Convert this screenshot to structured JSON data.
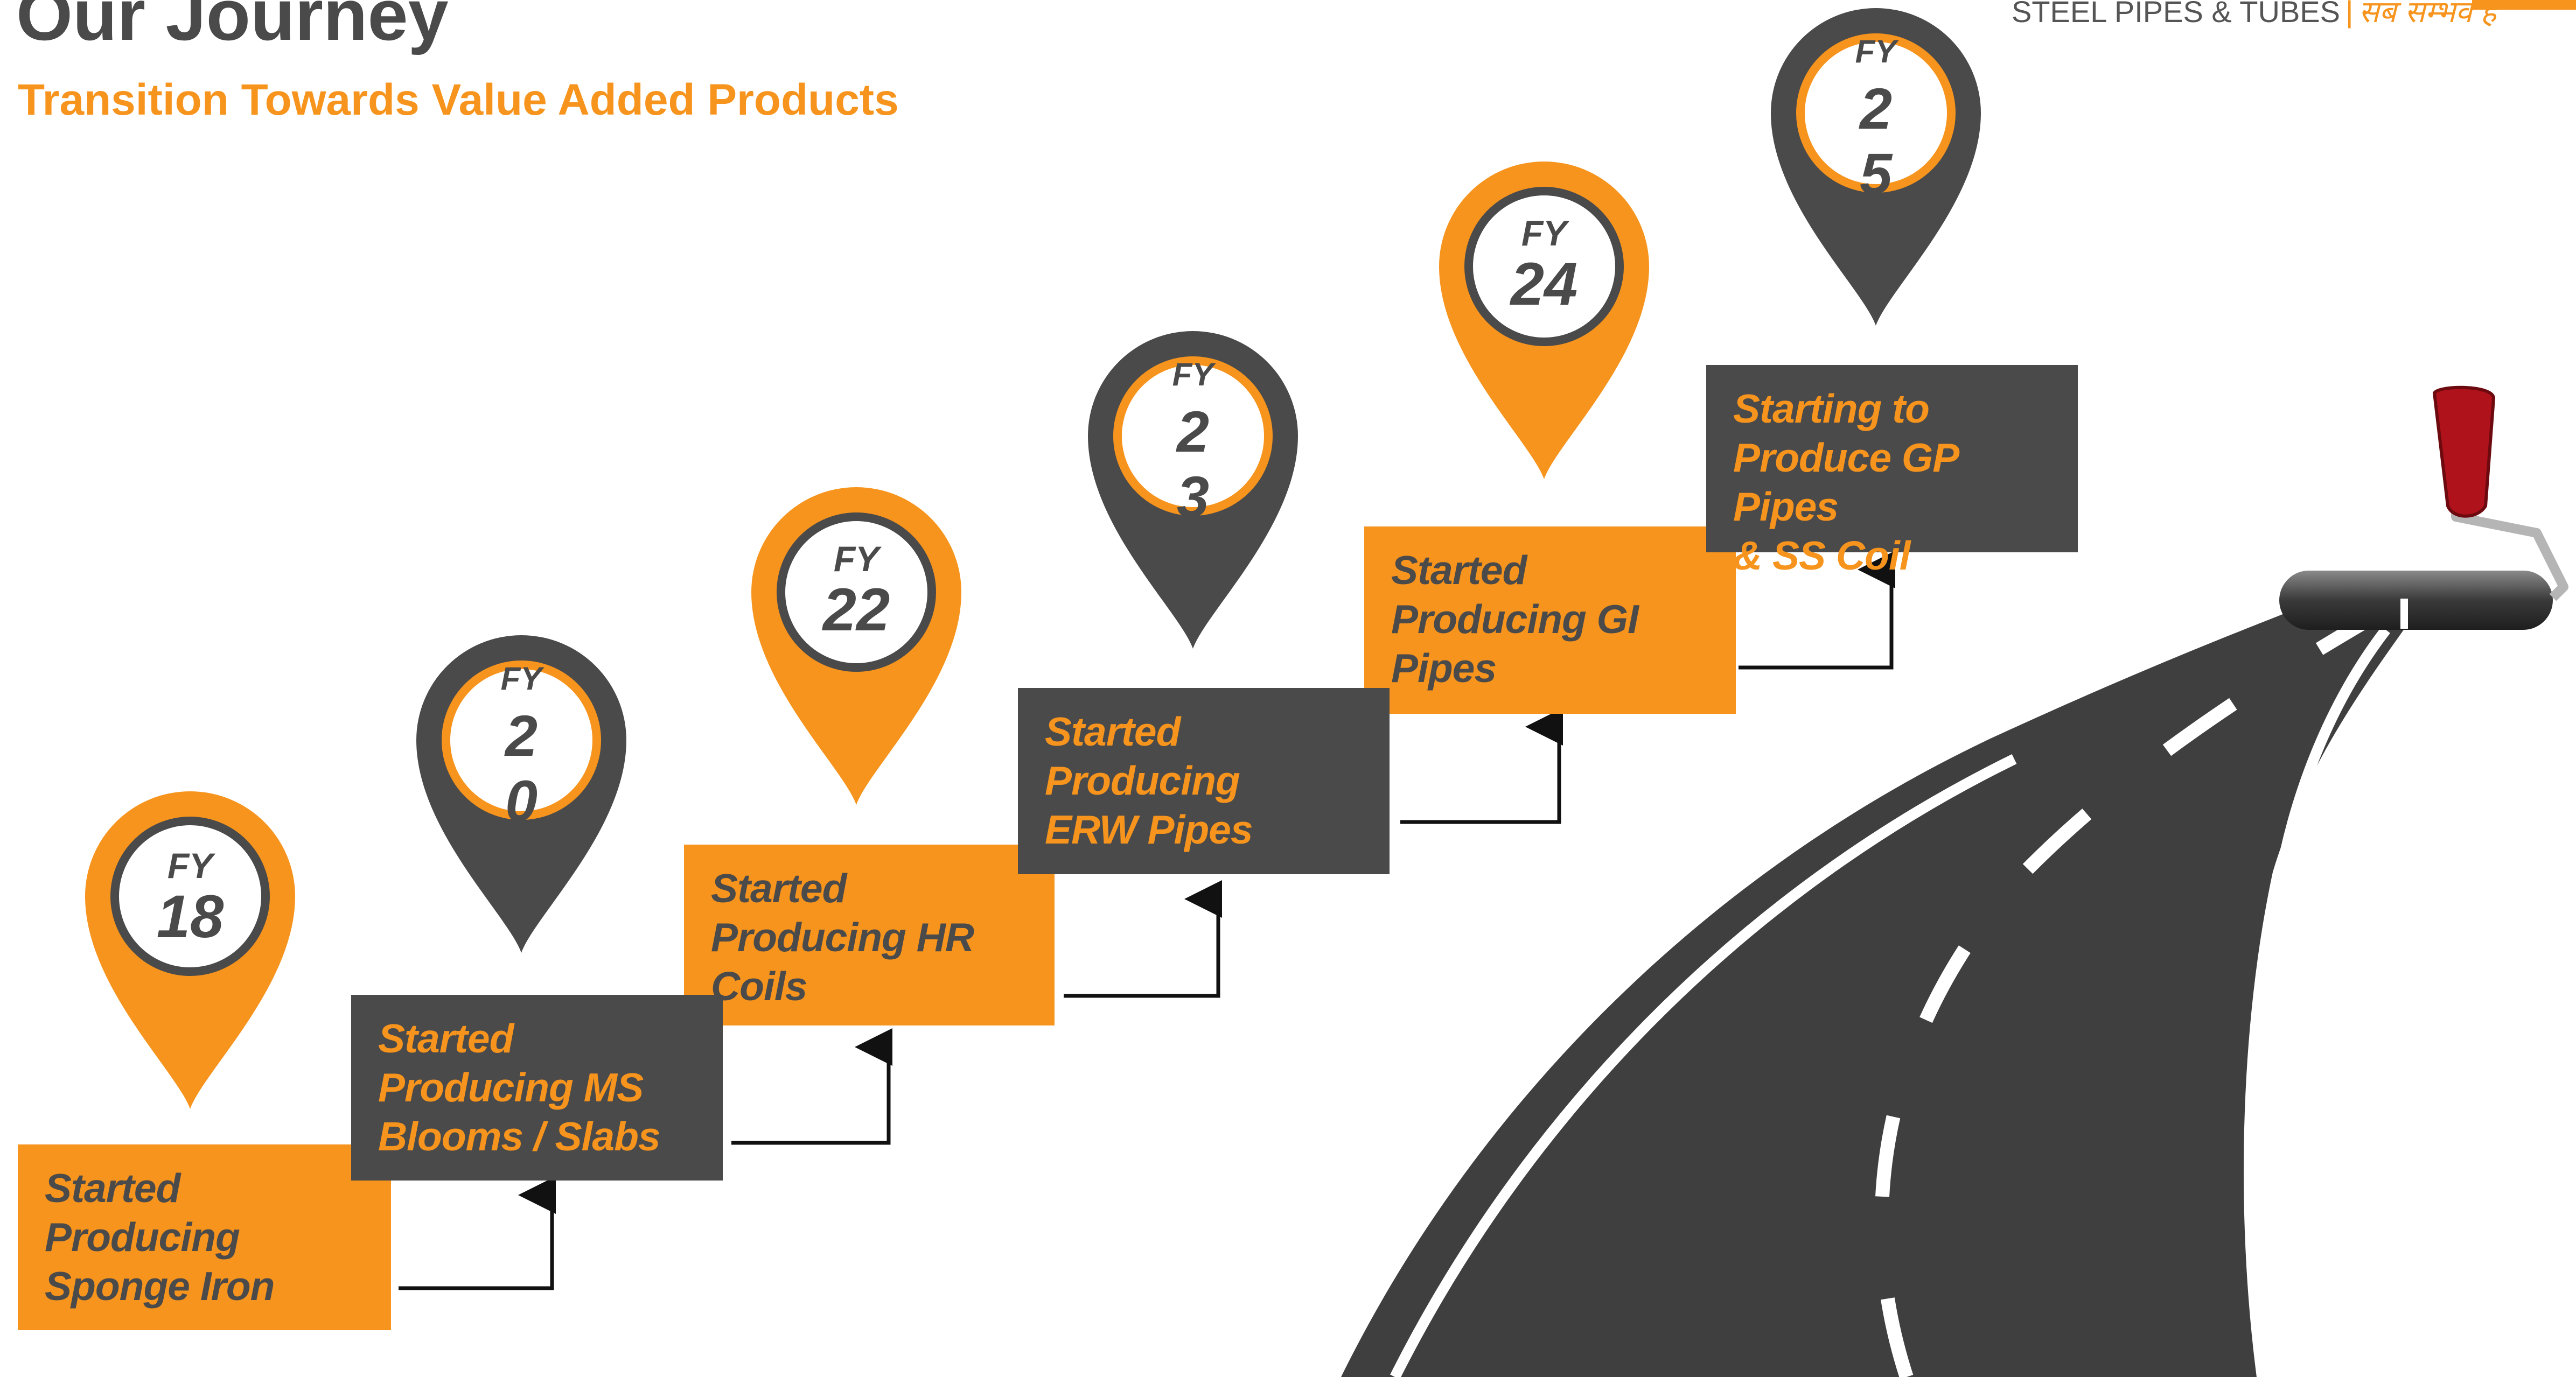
{
  "header": {
    "title": "Our Journey",
    "subtitle": "Transition Towards Value Added Products",
    "brand_name": "STEEL PIPES & TUBES",
    "brand_divider": "|",
    "brand_tagline": "सब सम्भव है"
  },
  "colors": {
    "orange": "#f7941d",
    "dark": "#4a4a4a",
    "road": "#3f3f3f",
    "white": "#ffffff"
  },
  "milestones": [
    {
      "fy_label": "FY",
      "year": "18",
      "step_text": "Started\nProducing\nSponge Iron",
      "pin_color": "orange",
      "box_color": "orange"
    },
    {
      "fy_label": "FY",
      "year": "2\n0",
      "step_text": "Started\nProducing MS\nBlooms / Slabs",
      "pin_color": "dark",
      "box_color": "dark"
    },
    {
      "fy_label": "FY",
      "year": "22",
      "step_text": "Started\nProducing HR\nCoils",
      "pin_color": "orange",
      "box_color": "orange"
    },
    {
      "fy_label": "FY",
      "year": "2\n3",
      "step_text": "Started Producing\nERW Pipes",
      "pin_color": "dark",
      "box_color": "dark"
    },
    {
      "fy_label": "FY",
      "year": "24",
      "step_text": "Started\nProducing GI\nPipes",
      "pin_color": "orange",
      "box_color": "orange"
    },
    {
      "fy_label": "FY",
      "year": "2\n5",
      "step_text": "Starting to\nProduce GP Pipes\n& SS Coil",
      "pin_color": "dark",
      "box_color": "dark"
    }
  ],
  "icons": {
    "milestone_pin": "map-pin-icon",
    "road": "road-illustration",
    "paint_roller": "paint-roller-icon",
    "connector_arrow": "arrow-up-icon"
  }
}
